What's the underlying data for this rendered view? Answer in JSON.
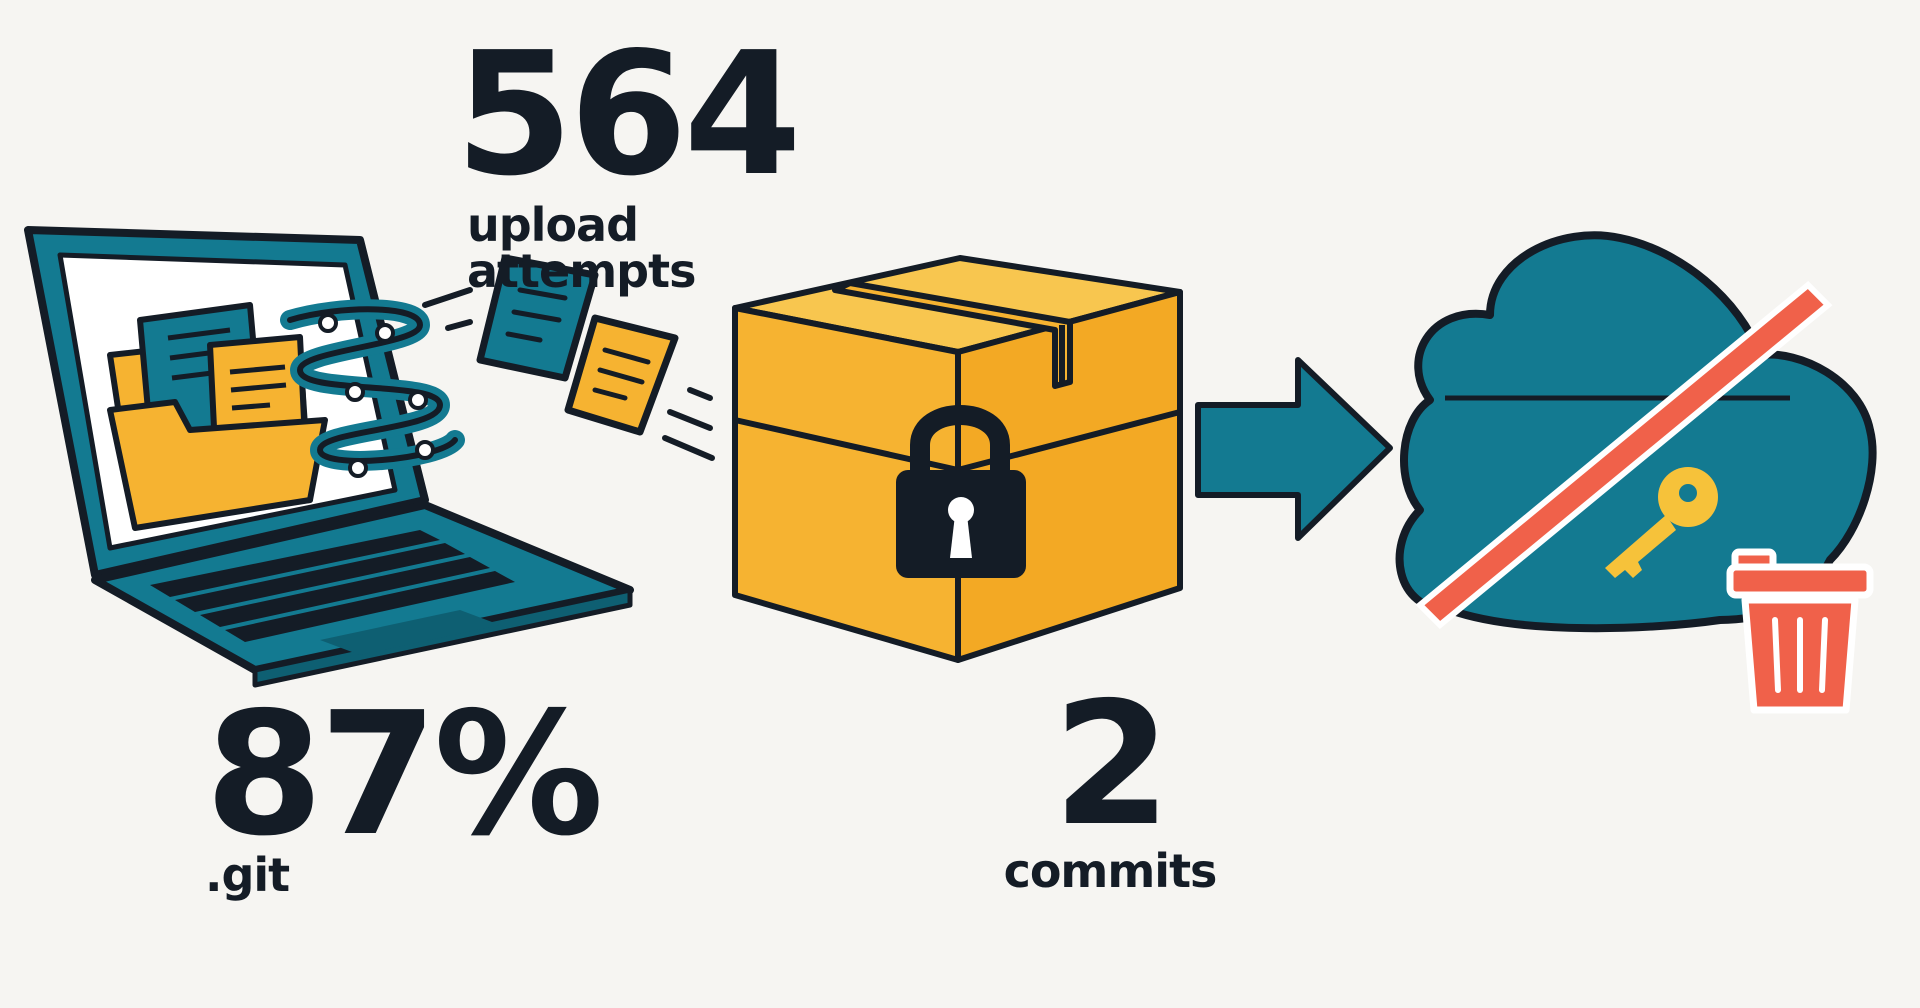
{
  "stats": {
    "upload_attempts": {
      "value": "564",
      "label": "upload attempts"
    },
    "git_share": {
      "value": "87%",
      "label": ".git"
    },
    "commits": {
      "value": "2",
      "label": "commits"
    }
  },
  "icons": {
    "source": "laptop-icon",
    "files": "document-icon",
    "container": "locked-box-icon",
    "direction": "arrow-right-icon",
    "destination": "cloud-icon",
    "blocked": "strike-through-icon",
    "credential": "key-icon",
    "delete": "trash-icon"
  },
  "colors": {
    "ink": "#141c26",
    "teal": "#137a91",
    "yellow": "#f6b331",
    "red": "#f0614a",
    "background": "#f6f5f2"
  }
}
